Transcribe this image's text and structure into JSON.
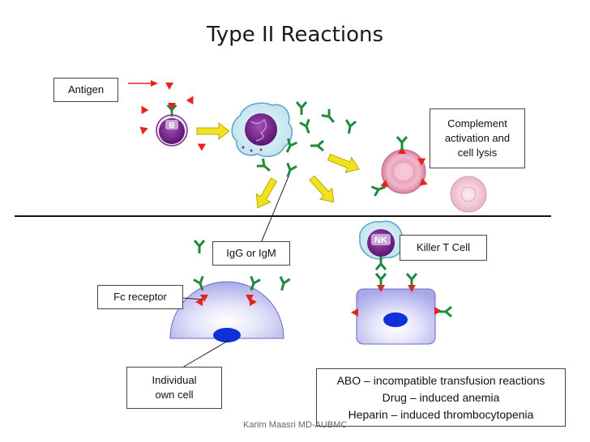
{
  "title": "Type II Reactions",
  "labels": {
    "antigen": "Antigen",
    "complement": [
      "Complement",
      "activation and",
      "cell lysis"
    ],
    "igg": "IgG or IgM",
    "killer": "Killer T Cell",
    "fc": "Fc receptor",
    "individual": [
      "Individual",
      "own cell"
    ],
    "examples": [
      "ABO – incompatible transfusion reactions",
      "Drug – induced anemia",
      "Heparin – induced thrombocytopenia"
    ]
  },
  "cells": {
    "b_cell": "B",
    "nk_cell": "NK"
  },
  "footer": "Karim Maasri MD-AUBMC",
  "colors": {
    "antigen": "#e8231f",
    "antibody": "#1f8a3a",
    "arrow": "#f2e21c",
    "b_cell": "#7b2b8c",
    "rbc": "#e8a6c0",
    "host_cell": "#c9c9f5",
    "nucleus": "#1030d8"
  }
}
